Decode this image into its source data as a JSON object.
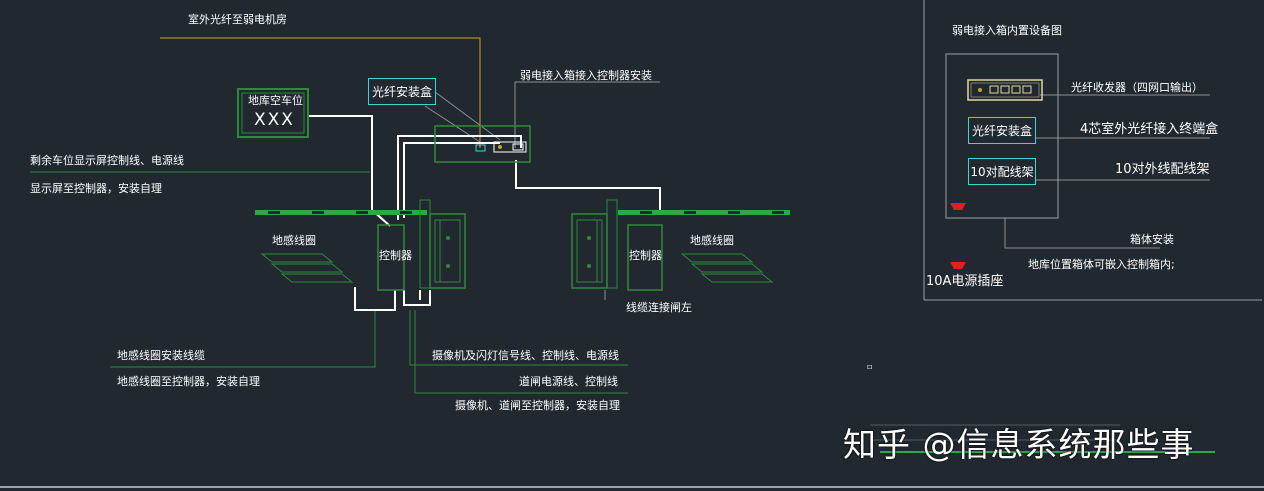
{
  "labels": {
    "fiber_room": "室外光纤至弱电机房",
    "parking_count": "地库空车位",
    "parking_xxx": "XXX",
    "fiber_box_top": "光纤安装盒",
    "weak_box_controller": "弱电接入箱接入控制器安装",
    "remain_spaces": "剩余车位显示屏控制线、电源线",
    "display_to_ctrl": "显示屏至控制器，安装自理",
    "loop_left": "地感线圈",
    "controller_left": "控制器",
    "controller_right": "控制器",
    "loop_right": "地感线圈",
    "wire_gate_left": "线缆连接闸左",
    "loop_install": "地感线圈安装线缆",
    "loop_to_ctrl": "地感线圈至控制器，安装自理",
    "camera_lines": "摄像机及闪灯信号线、控制线、电源线",
    "gate_lines": "道闸电源线、控制线",
    "camera_gate_ctrl": "摄像机、道闸至控制器，安装自理",
    "panel_title": "弱电接入箱内置设备图",
    "fiber_transceiver": "光纤收发器（四网口输出）",
    "fiber_box_panel": "光纤安装盒",
    "fiber_4core": "4芯室外光纤接入终端盒",
    "terminal_10": "10对配线架",
    "terminal_10_label": "10对外线配线架",
    "box_mount": "箱体安装",
    "box_note": "地库位置箱体可嵌入控制箱内;",
    "socket_10a": "10A电源插座",
    "small_mark": "ㅁ"
  },
  "watermark": "知乎 @信息系统那些事",
  "colors": {
    "background": "#212830",
    "yellow_line": "#c8a030",
    "green_line": "#2d8a3a",
    "cyan_box": "#3fd4d4",
    "white_line": "#ffffff",
    "red_marker": "#e02020",
    "gate_arm": "#2aa84a"
  }
}
